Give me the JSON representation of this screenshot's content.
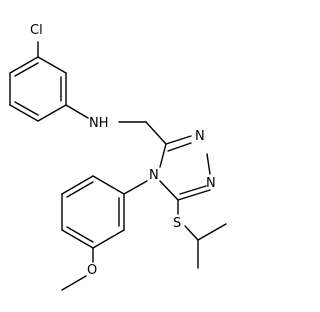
{
  "atoms": {
    "chlorine": "Cl",
    "amine": "NH",
    "n_ring_1": "N",
    "n_ring_2": "N",
    "n_ring_3": "N",
    "sulfur": "S",
    "oxygen": "O"
  },
  "colors": {
    "bond": "#000000",
    "background": "#ffffff"
  }
}
